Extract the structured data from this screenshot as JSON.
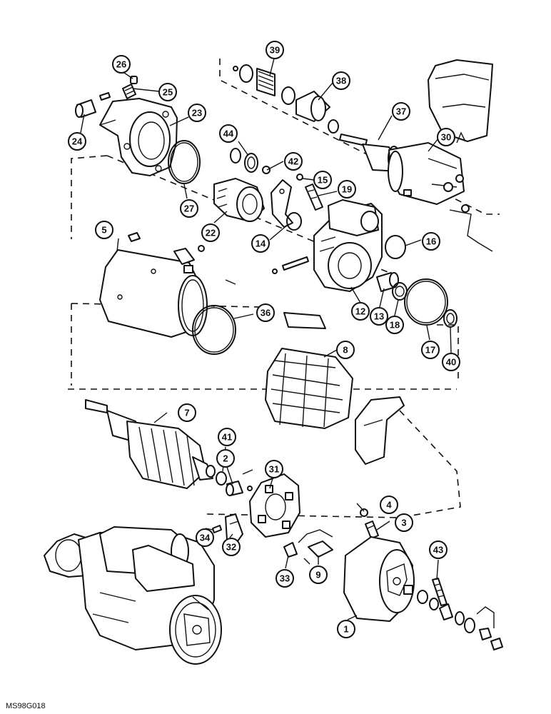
{
  "figure": {
    "code": "MS98G018"
  },
  "callouts": [
    {
      "id": "c1",
      "label": "1"
    },
    {
      "id": "c2",
      "label": "2"
    },
    {
      "id": "c3",
      "label": "3"
    },
    {
      "id": "c4",
      "label": "4"
    },
    {
      "id": "c5",
      "label": "5"
    },
    {
      "id": "c7",
      "label": "7"
    },
    {
      "id": "c8",
      "label": "8"
    },
    {
      "id": "c9",
      "label": "9"
    },
    {
      "id": "c12",
      "label": "12"
    },
    {
      "id": "c13",
      "label": "13"
    },
    {
      "id": "c14",
      "label": "14"
    },
    {
      "id": "c15",
      "label": "15"
    },
    {
      "id": "c16",
      "label": "16"
    },
    {
      "id": "c17",
      "label": "17"
    },
    {
      "id": "c18",
      "label": "18"
    },
    {
      "id": "c19",
      "label": "19"
    },
    {
      "id": "c22",
      "label": "22"
    },
    {
      "id": "c23",
      "label": "23"
    },
    {
      "id": "c24",
      "label": "24"
    },
    {
      "id": "c25",
      "label": "25"
    },
    {
      "id": "c26",
      "label": "26"
    },
    {
      "id": "c27",
      "label": "27"
    },
    {
      "id": "c30",
      "label": "30"
    },
    {
      "id": "c31",
      "label": "31"
    },
    {
      "id": "c32",
      "label": "32"
    },
    {
      "id": "c33",
      "label": "33"
    },
    {
      "id": "c34",
      "label": "34"
    },
    {
      "id": "c36",
      "label": "36"
    },
    {
      "id": "c37",
      "label": "37"
    },
    {
      "id": "c38",
      "label": "38"
    },
    {
      "id": "c39",
      "label": "39"
    },
    {
      "id": "c40",
      "label": "40"
    },
    {
      "id": "c41",
      "label": "41"
    },
    {
      "id": "c42",
      "label": "42"
    },
    {
      "id": "c43",
      "label": "43"
    },
    {
      "id": "c44",
      "label": "44"
    }
  ]
}
